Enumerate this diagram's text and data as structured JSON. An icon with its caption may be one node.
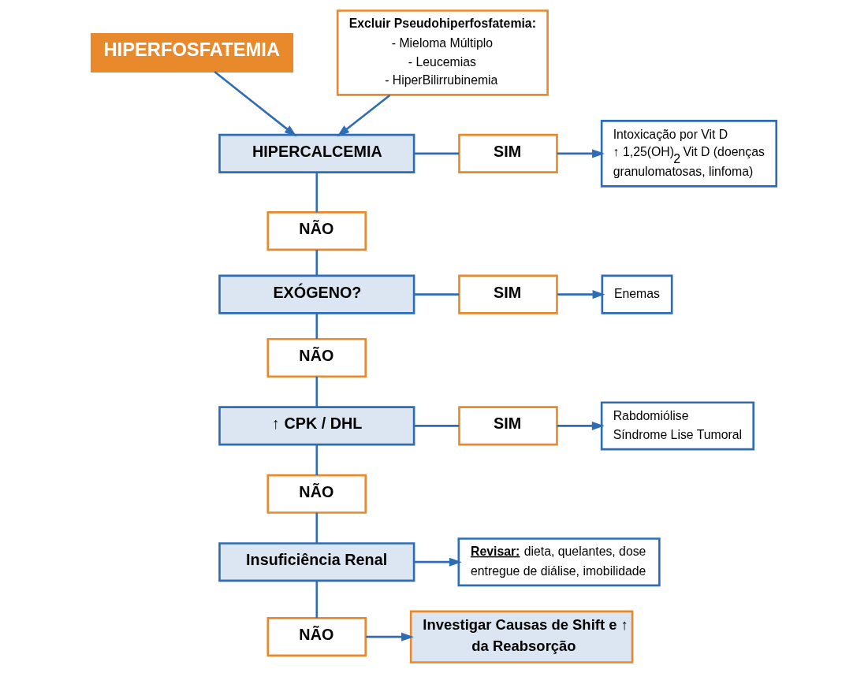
{
  "diagram": {
    "nodes": [
      {
        "text": [
          "HIPERFOSFATEMIA"
        ]
      },
      {
        "text": [
          "Excluir Pseudohiperfosfatemia:",
          "- Mieloma Múltiplo",
          "- Leucemias",
          "- HiperBilirrubinemia"
        ]
      },
      {
        "text": [
          "HIPERCALCEMIA"
        ]
      },
      {
        "text": [
          "SIM"
        ]
      },
      {
        "text": [
          "Intoxicação por Vit D",
          "↑ 1,25(OH)$_{2}$ Vit D (doenças granulomatosas, linfoma)"
        ]
      },
      {
        "text": [
          "NÃO"
        ]
      },
      {
        "text": [
          "EXÓGENO?"
        ]
      },
      {
        "text": [
          "SIM"
        ]
      },
      {
        "text": [
          "Enemas"
        ]
      },
      {
        "text": [
          "NÃO"
        ]
      },
      {
        "text": [
          "↑ CPK / DHL"
        ]
      },
      {
        "text": [
          "SIM"
        ]
      },
      {
        "text": [
          "Rabdomiólise",
          "Síndrome Lise Tumoral"
        ]
      },
      {
        "text": [
          "NÃO"
        ]
      },
      {
        "text": [
          "Insuficiência Renal"
        ]
      },
      {
        "text": [
          "**Revisar:** dieta, quelantes, dose entregue de diálise, imobilidade"
        ]
      },
      {
        "text": [
          "NÃO"
        ]
      },
      {
        "text": [
          "Investigar Causas de Shift e ↑ da Reabsorção"
        ]
      }
    ],
    "edges": [
      {
        "from": 0,
        "to": 2,
        "arrow": "to"
      },
      {
        "from": 1,
        "to": 2,
        "arrow": "to"
      },
      {
        "from": 2,
        "to": 3,
        "arrow": "none"
      },
      {
        "from": 3,
        "to": 4,
        "arrow": "to"
      },
      {
        "from": 2,
        "to": 5,
        "arrow": "none"
      },
      {
        "from": 5,
        "to": 6,
        "arrow": "none"
      },
      {
        "from": 6,
        "to": 7,
        "arrow": "none"
      },
      {
        "from": 7,
        "to": 8,
        "arrow": "to"
      },
      {
        "from": 6,
        "to": 9,
        "arrow": "none"
      },
      {
        "from": 9,
        "to": 10,
        "arrow": "none"
      },
      {
        "from": 10,
        "to": 11,
        "arrow": "none"
      },
      {
        "from": 11,
        "to": 12,
        "arrow": "to"
      },
      {
        "from": 10,
        "to": 13,
        "arrow": "none"
      },
      {
        "from": 13,
        "to": 14,
        "arrow": "none"
      },
      {
        "from": 14,
        "to": 15,
        "arrow": "to"
      },
      {
        "from": 14,
        "to": 16,
        "arrow": "none"
      },
      {
        "from": 16,
        "to": 17,
        "arrow": "to"
      }
    ]
  }
}
